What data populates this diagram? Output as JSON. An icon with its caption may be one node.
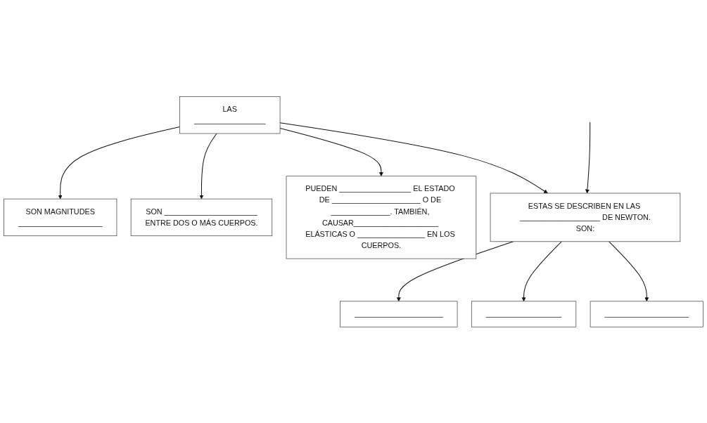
{
  "diagram": {
    "nodes": [
      {
        "text": [
          "LAS",
          "_________________"
        ]
      },
      {
        "text": [
          "SON MAGNITUDES",
          "____________________"
        ]
      },
      {
        "text": [
          "SON ______________________",
          "ENTRE DOS O MÁS CUERPOS."
        ]
      },
      {
        "text": [
          "PUEDEN _________________ EL ESTADO DE _____________________ O DE ______________. TAMBIÉN, CAUSAR____________________ ELÁSTICAS O ________________ EN LOS CUERPOS."
        ]
      },
      {
        "text": [
          "ESTAS SE DESCRIBEN EN LAS ___________________ DE NEWTON.",
          "SON:"
        ]
      },
      {
        "text": [
          "_____________________"
        ]
      },
      {
        "text": [
          "__________________"
        ]
      },
      {
        "text": [
          "____________________"
        ]
      }
    ],
    "edges": [
      {
        "from": 0,
        "to": 1,
        "arrow": "to"
      },
      {
        "from": 0,
        "to": 2,
        "arrow": "to"
      },
      {
        "from": 0,
        "to": 3,
        "arrow": "to"
      },
      {
        "from": 0,
        "to": 4,
        "arrow": "to"
      },
      {
        "from": null,
        "to": 4,
        "arrow": "to"
      },
      {
        "from": 4,
        "to": 5,
        "arrow": "to"
      },
      {
        "from": 4,
        "to": 6,
        "arrow": "to"
      },
      {
        "from": 4,
        "to": 7,
        "arrow": "to"
      }
    ]
  }
}
